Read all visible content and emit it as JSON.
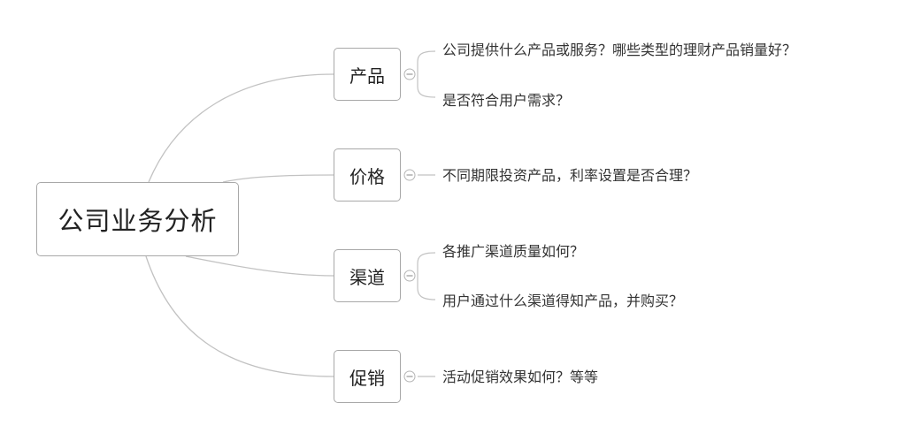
{
  "diagram": {
    "root": {
      "label": "公司业务分析"
    },
    "branches": [
      {
        "label": "产品",
        "children": [
          "公司提供什么产品或服务？哪些类型的理财产品销量好？",
          "是否符合用户需求？"
        ]
      },
      {
        "label": "价格",
        "children": [
          "不同期限投资产品，利率设置是否合理？"
        ]
      },
      {
        "label": "渠道",
        "children": [
          "各推广渠道质量如何？",
          "用户通过什么渠道得知产品，并购买？"
        ]
      },
      {
        "label": "促销",
        "children": [
          "活动促销效果如何？等等"
        ]
      }
    ],
    "colors": {
      "node_border": "#a8a8a8",
      "connector": "#c2c2c2",
      "text": "#222222"
    },
    "icons": {
      "collapse": "collapse-circle-minus-icon"
    }
  }
}
